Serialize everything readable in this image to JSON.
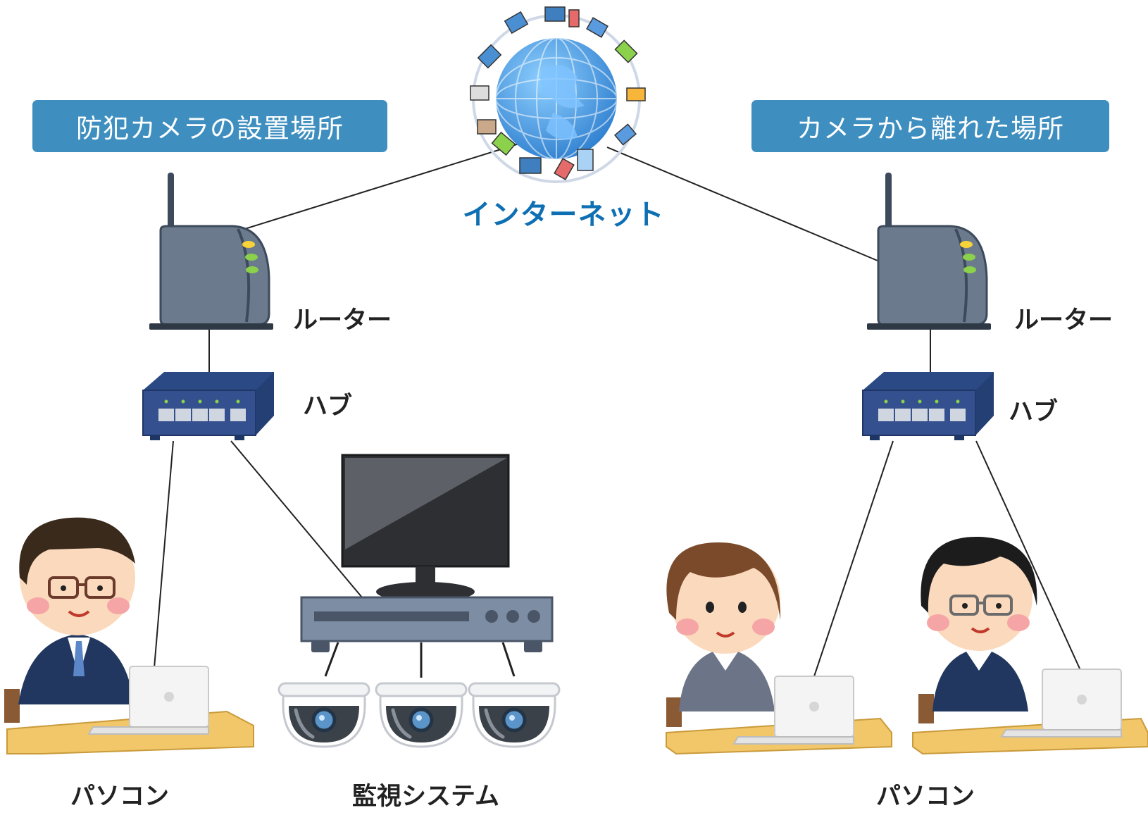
{
  "labels": {
    "camera_site": "防犯カメラの設置場所",
    "remote_site": "カメラから離れた場所",
    "internet": "インターネット",
    "router_left": "ルーター",
    "router_right": "ルーター",
    "hub_left": "ハブ",
    "hub_right": "ハブ",
    "pc_left": "パソコン",
    "monitoring": "監視システム",
    "pc_right": "パソコン"
  },
  "colors": {
    "label_box": "#3e8fc0",
    "internet_text": "#0f6fb3",
    "globe": "#4a9de0",
    "router": "#6b7a8c",
    "hub": "#34508e",
    "desk": "#f1c76a",
    "line": "#222222"
  },
  "icons": [
    "globe-icon",
    "router-icon",
    "hub-icon",
    "person-icon",
    "laptop-icon",
    "monitor-icon",
    "recorder-icon",
    "dome-camera-icon"
  ]
}
